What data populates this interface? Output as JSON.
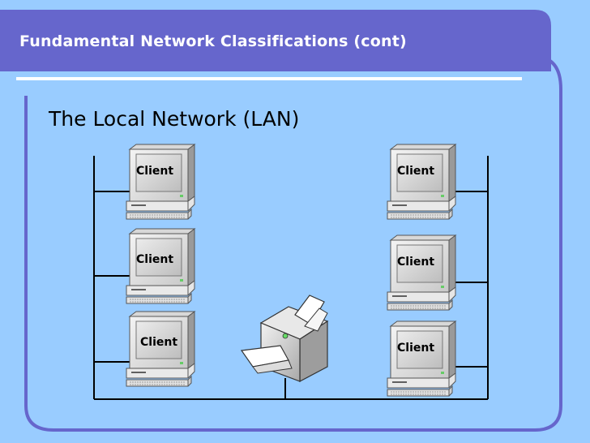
{
  "slide": {
    "title": "Fundamental Network Classifications (cont)",
    "subtitle": "The Local Network (LAN)"
  },
  "colors": {
    "background": "#99ccff",
    "title_bar": "#6666cc",
    "frame": "#6666cc",
    "lan_line": "#000000"
  },
  "clients": [
    {
      "label": "Client"
    },
    {
      "label": "Client"
    },
    {
      "label": "Client"
    },
    {
      "label": "Client"
    },
    {
      "label": "Client"
    },
    {
      "label": "Client"
    }
  ],
  "printer": {
    "icon": "printer-icon"
  }
}
